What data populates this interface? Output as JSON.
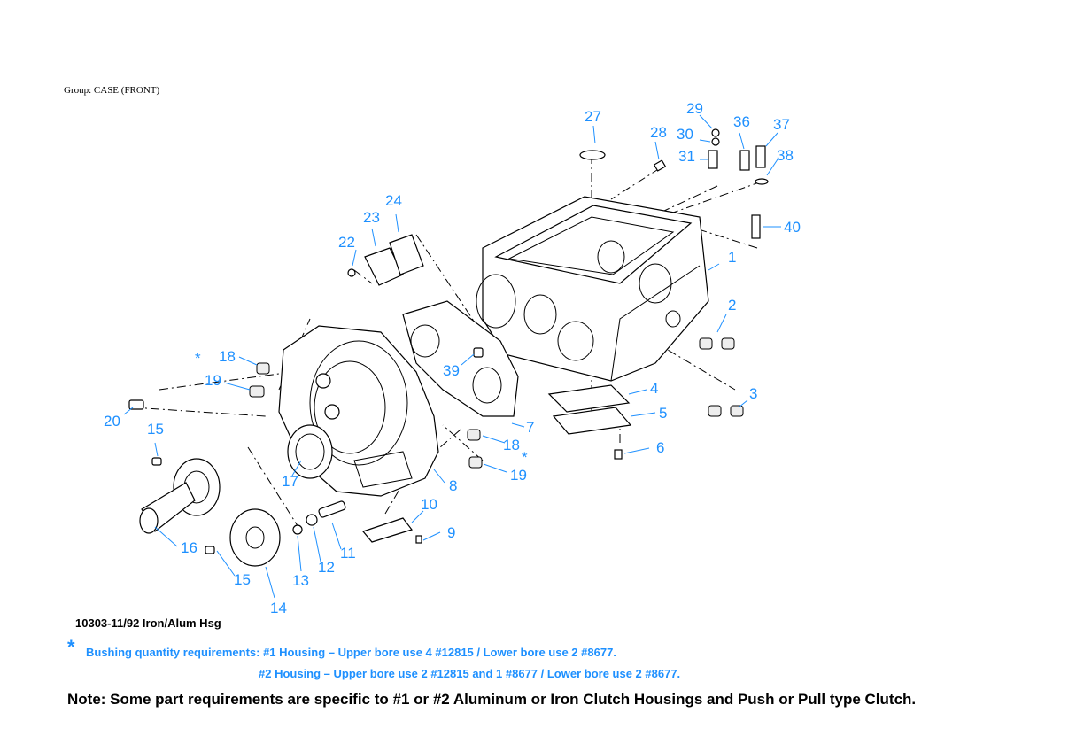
{
  "group_label": "Group: CASE (FRONT)",
  "callouts": {
    "c1": "1",
    "c2": "2",
    "c3": "3",
    "c4": "4",
    "c5": "5",
    "c6": "6",
    "c7": "7",
    "c8": "8",
    "c9": "9",
    "c10": "10",
    "c11": "11",
    "c12": "12",
    "c13": "13",
    "c14": "14",
    "c15a": "15",
    "c15b": "15",
    "c16": "16",
    "c17": "17",
    "c18a": "18",
    "c18b": "18",
    "c19a": "19",
    "c19b": "19",
    "c20": "20",
    "c22": "22",
    "c23": "23",
    "c24": "24",
    "c27": "27",
    "c28": "28",
    "c29": "29",
    "c30": "30",
    "c31": "31",
    "c36": "36",
    "c37": "37",
    "c38": "38",
    "c39": "39",
    "c40": "40",
    "star_a": "*",
    "star_b": "*"
  },
  "caption": "10303-11/92 Iron/Alum Hsg",
  "notes": {
    "star": "*",
    "bushing_line1": "Bushing quantity requirements: #1 Housing – Upper bore use 4 #12815  /  Lower bore use 2 #8677.",
    "bushing_line2": "#2 Housing – Upper bore use 2 #12815 and 1 #8677  /  Lower bore use 2 #8677.",
    "main_note": "Note: Some part requirements are specific to #1 or #2 Aluminum or Iron Clutch Housings and Push or Pull type Clutch."
  },
  "colors": {
    "callout": "#1e90ff",
    "linework": "#000000"
  }
}
